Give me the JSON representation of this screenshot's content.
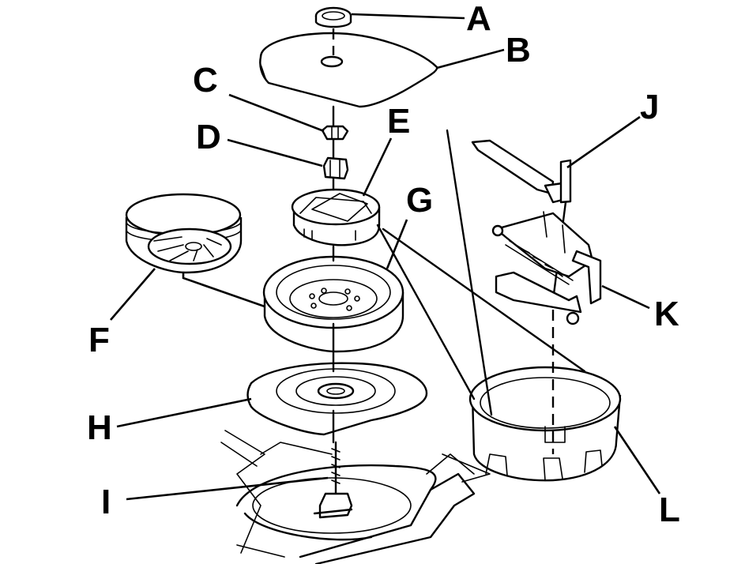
{
  "diagram": {
    "callouts": {
      "A": "A",
      "B": "B",
      "C": "C",
      "D": "D",
      "E": "E",
      "F": "F",
      "G": "G",
      "H": "H",
      "I": "I",
      "J": "J",
      "K": "K",
      "L": "L"
    }
  }
}
